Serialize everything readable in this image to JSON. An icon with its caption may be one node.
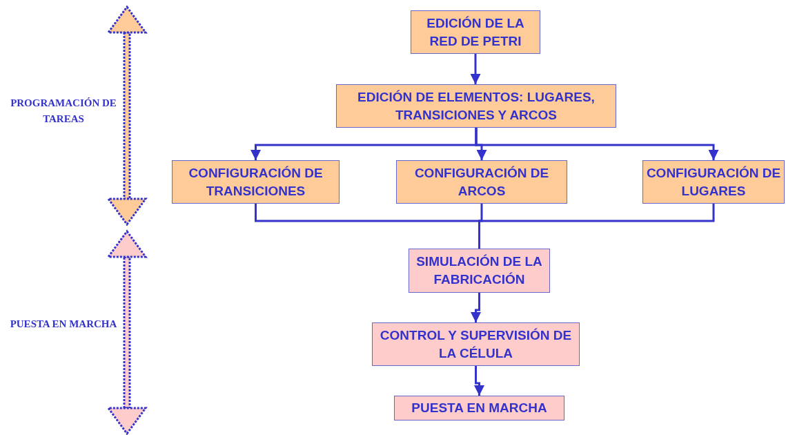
{
  "diagram": {
    "nodes": [
      {
        "text": [
          "EDICIÓN DE LA RED DE PETRI"
        ]
      },
      {
        "text": [
          "EDICIÓN DE ELEMENTOS: LUGARES, TRANSICIONES Y ARCOS"
        ]
      },
      {
        "text": [
          "CONFIGURACIÓN DE TRANSICIONES"
        ]
      },
      {
        "text": [
          "CONFIGURACIÓN DE ARCOS"
        ]
      },
      {
        "text": [
          "CONFIGURACIÓN DE LUGARES"
        ]
      },
      {
        "text": [
          "SIMULACIÓN DE LA FABRICACIÓN"
        ]
      },
      {
        "text": [
          "CONTROL Y SUPERVISIÓN DE LA CÉLULA"
        ]
      },
      {
        "text": [
          "PUESTA EN MARCHA"
        ]
      }
    ],
    "edges": [
      {
        "from": 0,
        "to": 1,
        "arrow": "to"
      },
      {
        "from": 1,
        "to": 2,
        "arrow": "to"
      },
      {
        "from": 1,
        "to": 3,
        "arrow": "to"
      },
      {
        "from": 1,
        "to": 4,
        "arrow": "to"
      },
      {
        "from": 2,
        "to": 5,
        "arrow": "none"
      },
      {
        "from": 3,
        "to": 5,
        "arrow": "none"
      },
      {
        "from": 4,
        "to": 5,
        "arrow": "none"
      },
      {
        "from": 5,
        "to": 6,
        "arrow": "to"
      },
      {
        "from": 6,
        "to": 7,
        "arrow": "to"
      }
    ],
    "labels": [
      "PROGRAMACIÓN DE TAREAS",
      "PUESTA EN MARCHA"
    ]
  }
}
